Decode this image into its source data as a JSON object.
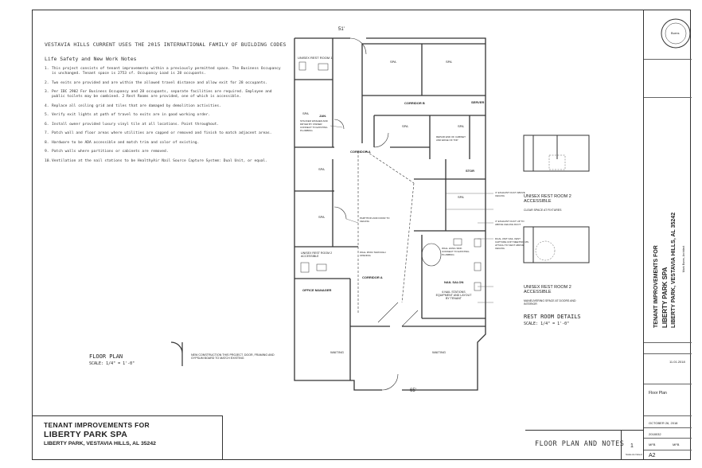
{
  "notes": {
    "header": "VESTAVIA HILLS CURRENT USES THE 2015 INTERNATIONAL FAMILY OF BUILDING CODES",
    "subheader": "Life Safety and New Work Notes",
    "items": [
      {
        "num": "1.",
        "text": "This project consists of tenant improvements within a previously permitted space. The Business Occupancy is unchanged. Tenant space is 2753 sf. Occupancy Load is 28 occupants."
      },
      {
        "num": "2.",
        "text": "Two exits are provided and are within the allowed travel distance and allow exit for 28 occupants."
      },
      {
        "num": "3.",
        "text": "Per IBC 2902 For Business Occupancy and 28 occupants, separate facilities are required. Employee and public toilets may be combined. 2 Rest Rooms are provided, one of which is accessible."
      },
      {
        "num": "4.",
        "text": "Replace all ceiling grid and tiles that are damaged by demolition activities."
      },
      {
        "num": "5.",
        "text": "Verify exit lights at path of travel to exits are in good working order."
      },
      {
        "num": "6.",
        "text": "Install owner provided luxury vinyl tile at all locations. Paint throughout."
      },
      {
        "num": "7.",
        "text": "Patch wall and floor areas where utilities are capped or removed and finish to match adjacent areas."
      },
      {
        "num": "8.",
        "text": "Hardware to be ADA accessible and match trim and color of existing."
      },
      {
        "num": "9.",
        "text": "Patch walls where partitions or cabinets are removed."
      },
      {
        "num": "10.",
        "text": "Ventilation at the nail stations to be HealthyAir Nail Source Capture System: Dual Unit, or equal."
      }
    ]
  },
  "plan": {
    "floor_plan_title": "FLOOR PLAN",
    "floor_plan_scale": "SCALE: 1/4\" = 1'-0\"",
    "legend_text": "NEW CONSTRUCTION THIS PROJECT. DOOR, FRAMING AND GYPSUM BOARD TO MATCH EXISTING",
    "dim_top": "51'",
    "dim_bottom": "65'",
    "rooms": {
      "unisex1": "UNISEX REST ROOM 1",
      "spa_a": "SPA",
      "spa_b": "SPA",
      "spa_c": "SPA",
      "spa_d": "SPA",
      "spa_e": "SPA",
      "spa_f": "SPA",
      "spa_g": "SPA",
      "spa_h": "SPA",
      "corridor_a": "CORRIDOR A",
      "corridor_a2": "CORRIDOR A",
      "corridor_b": "CORRIDOR B",
      "server": "SERVER",
      "jan": "JAN.",
      "stor": "STOR",
      "unisex2": "UNISEX REST ROOM 2 ACCESSIBLE",
      "office": "OFFICE MANAGER",
      "waiting1": "WAITING",
      "waiting2": "WAITING",
      "nail_salon": "NAIL SALON",
      "nail_note": "6 NAIL STATIONS EQUIPMENT AND LAYOUT BY TENANT"
    },
    "callouts": {
      "washer": "STACKED WASHER AND DRYER BY OWNER CONNECT TO EXISTING PLUMBING",
      "partition": "PARTITION AND DOOR TO CEILING",
      "wall_pass": "WALL PASS THROUGH OPENING",
      "repair": "REPAIR END OF CABINET AND EDGE OF TOP",
      "exhaust1": "4\" EXHAUST DUCT ABOVE CEILING",
      "exhaust2": "4\" EXHAUST DUCT UP TO ABOVE CEILING DUCT",
      "dual_unit": "DUAL UNIT NAIL VENT CAPTURE UNIT MEETING MS ATTACH TO VENT ABOVE CEILING",
      "wall_sink": "WALL HUNG SINK CONNECT TO EXISTING PLUMBING"
    }
  },
  "details": {
    "rr2a_title": "UNISEX REST ROOM 2 ACCESSIBLE",
    "rr2a_note": "CLEAR SPACE AT FIXTURES",
    "rr2b_title": "UNISEX REST ROOM 2 ACCESSIBLE",
    "rr2b_note": "MANEUVERING SPACE AT DOORS AND INTERIOR",
    "title": "REST ROOM DETAILS",
    "scale": "SCALE: 1/4\" = 1'-0\""
  },
  "title_block": {
    "line1": "TENANT IMPROVEMENTS FOR",
    "line2": "LIBERTY PARK SPA",
    "line3": "LIBERTY PARK, VESTAVIA HILLS, AL 35242"
  },
  "sheet": {
    "title": "FLOOR PLAN AND NOTES",
    "number": "1",
    "scale_note": "Scale As Noted",
    "sheet_id": "A2"
  },
  "side_column": {
    "project_vert_1": "TENANT IMPROVEMENTS FOR",
    "project_vert_2": "LIBERTY PARK SPA",
    "project_vert_3": "LIBERTY PARK, VESTAVIA HILLS, AL 35242",
    "architect": "Mark Burns, Architect",
    "seal_text": "Burns",
    "date_issued": "11.01.2018",
    "plan_label": "Floor Plan",
    "date": "OCTOBER 26, 2018",
    "job_no": "2018032",
    "drawn_by": "MFB",
    "checked_by": "MFB",
    "sheet": "A2"
  }
}
